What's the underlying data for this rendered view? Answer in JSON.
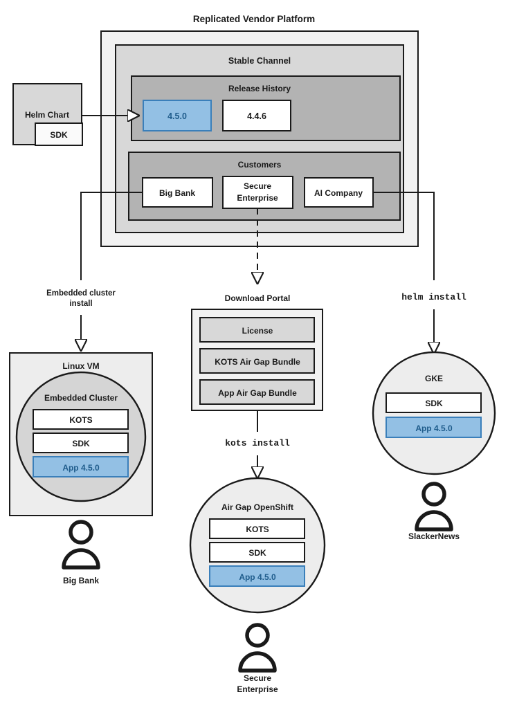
{
  "diagram": {
    "title": "Replicated Vendor Platform",
    "type": "architecture-flow"
  },
  "platform": {
    "title": "Replicated Vendor Platform",
    "channel": {
      "title": "Stable Channel",
      "release_history": {
        "title": "Release History",
        "releases": [
          {
            "version": "4.5.0",
            "state": "current"
          },
          {
            "version": "4.4.6",
            "state": "previous"
          }
        ]
      },
      "customers": {
        "title": "Customers",
        "items": [
          {
            "name": "Big Bank"
          },
          {
            "name": "Secure\nEnterprise",
            "line1": "Secure",
            "line2": "Enterprise"
          },
          {
            "name": "AI Company"
          }
        ]
      }
    }
  },
  "source": {
    "helm_chart": {
      "title": "Helm Chart",
      "sdk": "SDK"
    }
  },
  "download_portal": {
    "title": "Download Portal",
    "artifacts": [
      {
        "label": "License"
      },
      {
        "label": "KOTS Air Gap Bundle"
      },
      {
        "label": "App Air Gap Bundle"
      }
    ]
  },
  "install_paths": [
    {
      "label_line1": "Embedded cluster",
      "label_line2": "install",
      "style": "text"
    },
    {
      "label": "kots install",
      "style": "mono"
    },
    {
      "label": "helm install",
      "style": "mono"
    }
  ],
  "targets": {
    "linux_vm": {
      "title": "Linux VM",
      "cluster_title": "Embedded Cluster",
      "components": [
        {
          "label": "KOTS",
          "highlight": false
        },
        {
          "label": "SDK",
          "highlight": false
        },
        {
          "label": "App 4.5.0",
          "highlight": true
        }
      ],
      "customer": "Big Bank"
    },
    "openshift": {
      "title": "Air Gap OpenShift",
      "components": [
        {
          "label": "KOTS",
          "highlight": false
        },
        {
          "label": "SDK",
          "highlight": false
        },
        {
          "label": "App 4.5.0",
          "highlight": true
        }
      ],
      "customer_line1": "Secure",
      "customer_line2": "Enterprise"
    },
    "gke": {
      "title": "GKE",
      "components": [
        {
          "label": "SDK",
          "highlight": false
        },
        {
          "label": "App 4.5.0",
          "highlight": true
        }
      ],
      "customer": "SlackerNews"
    }
  },
  "colors": {
    "highlight_fill": "#93c0e4",
    "highlight_stroke": "#3a7fba",
    "highlight_text": "#1f5c8b",
    "outer_box": "#f2f2f2",
    "channel_box": "#d8d8d8",
    "inner_box": "#b3b3b3",
    "soft_gray": "#ededed",
    "cluster_gray": "#d5d5d5",
    "stroke": "#1a1a1a"
  }
}
